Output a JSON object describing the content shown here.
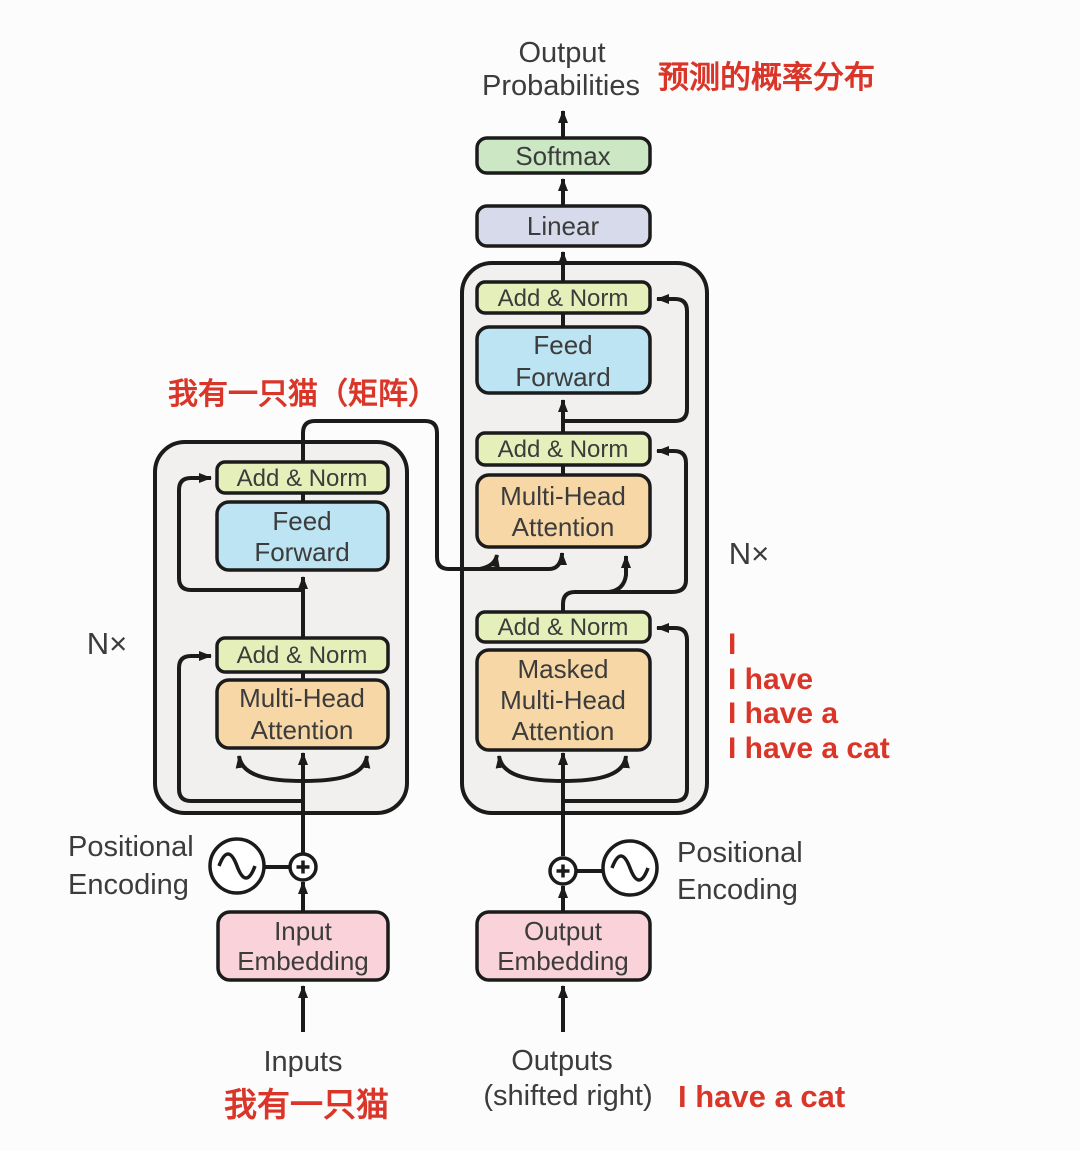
{
  "colors": {
    "red": "#d93528",
    "softmax_green": "#cbe7c4",
    "linear_lavender": "#d7daea",
    "add_norm_yellow": "#e5efba",
    "feed_forward_blue": "#bce4f2",
    "attention_orange": "#f8d7a6",
    "embedding_pink": "#f9d3d9",
    "panel_gray": "#f1f0ee",
    "line_black": "#1b1b1b"
  },
  "top": {
    "line1": "Output",
    "line2": "Probabilities",
    "softmax": "Softmax",
    "linear": "Linear"
  },
  "encoder": {
    "add_norm": "Add & Norm",
    "ff1": "Feed",
    "ff2": "Forward",
    "mha1": "Multi-Head",
    "mha2": "Attention",
    "n_label": "N×"
  },
  "decoder": {
    "add_norm": "Add & Norm",
    "ff1": "Feed",
    "ff2": "Forward",
    "mha1": "Multi-Head",
    "mha2": "Attention",
    "masked1": "Masked",
    "masked2": "Multi-Head",
    "masked3": "Attention",
    "n_label": "N×"
  },
  "bottom": {
    "pos1": "Positional",
    "pos2": "Encoding",
    "input_embed1": "Input",
    "input_embed2": "Embedding",
    "output_embed1": "Output",
    "output_embed2": "Embedding",
    "inputs": "Inputs",
    "outputs": "Outputs",
    "shifted": "(shifted right)"
  },
  "annotations": {
    "probability": "预测的概率分布",
    "encoder_output": "我有一只猫（矩阵）",
    "step1": "I",
    "step2": "I have",
    "step3": "I have a",
    "step4": "I have a cat",
    "input_sentence": "我有一只猫",
    "output_sentence": "I have a cat"
  }
}
